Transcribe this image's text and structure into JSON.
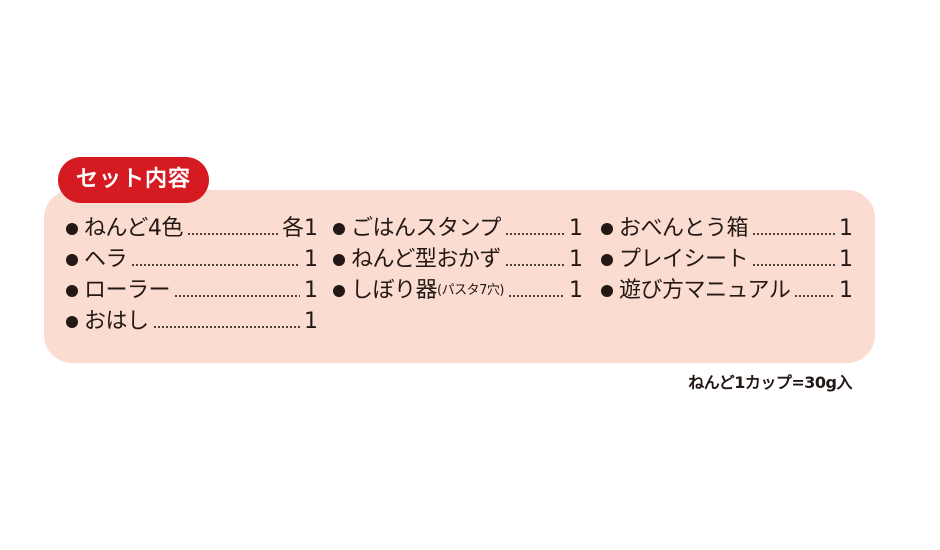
{
  "title": "セット内容",
  "columns": [
    {
      "items": [
        {
          "name": "ねんど4色",
          "note": "",
          "qty": "各1"
        },
        {
          "name": "ヘラ",
          "note": "",
          "qty": "1"
        },
        {
          "name": "ローラー",
          "note": "",
          "qty": "1"
        },
        {
          "name": "おはし",
          "note": "",
          "qty": "1"
        }
      ]
    },
    {
      "items": [
        {
          "name": "ごはんスタンプ",
          "note": "",
          "qty": "1"
        },
        {
          "name": "ねんど型おかず",
          "note": "",
          "qty": "1"
        },
        {
          "name": "しぼり器",
          "note": "(パスタ7穴)",
          "qty": "1"
        }
      ]
    },
    {
      "items": [
        {
          "name": "おべんとう箱",
          "note": "",
          "qty": "1"
        },
        {
          "name": "プレイシート",
          "note": "",
          "qty": "1"
        },
        {
          "name": "遊び方マニュアル",
          "note": "",
          "qty": "1"
        }
      ]
    }
  ],
  "capacity_note": "ねんど1カップ=30g入",
  "colors": {
    "title_bg": "#d51a22",
    "panel_bg": "#fbdcd0",
    "text": "#231815"
  }
}
